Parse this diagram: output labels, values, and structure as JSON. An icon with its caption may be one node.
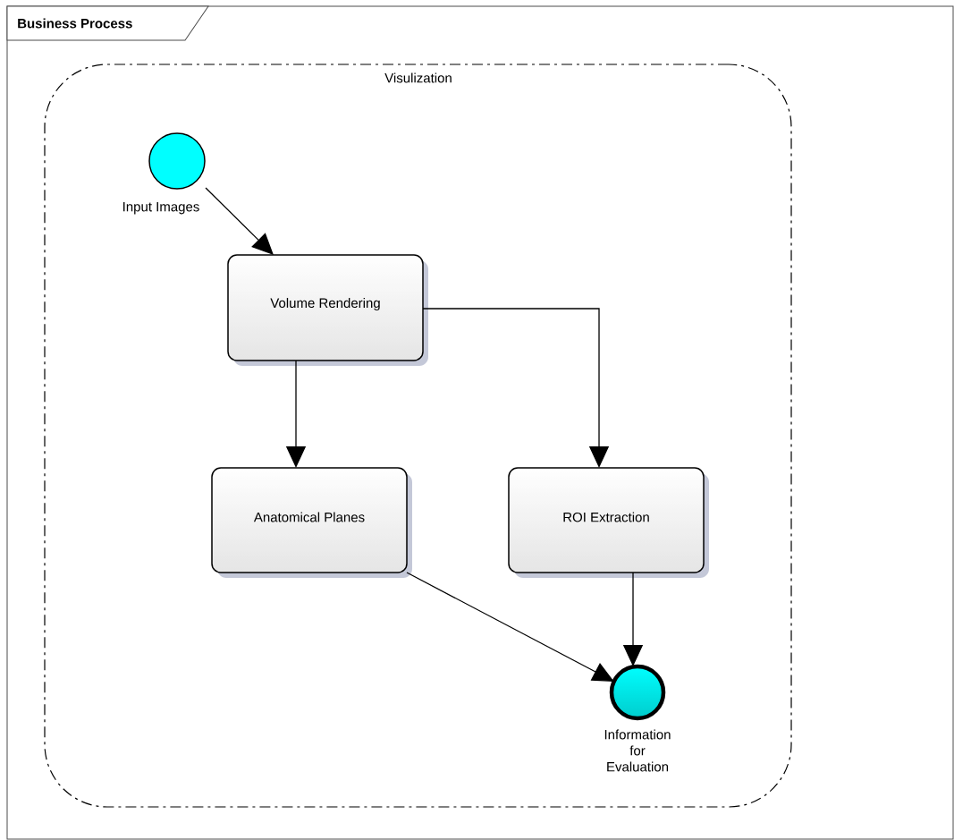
{
  "diagram": {
    "nodes": [
      {
        "text": [
          "Business Process"
        ]
      },
      {
        "text": [
          "Visulization"
        ],
        "in": 0
      },
      {
        "text": [
          "Input Images"
        ],
        "in": 1
      },
      {
        "text": [
          "Volume Rendering"
        ],
        "in": 1
      },
      {
        "text": [
          "Anatomical Planes"
        ],
        "in": 1
      },
      {
        "text": [
          "ROI Extraction"
        ],
        "in": 1
      },
      {
        "text": [
          "Information for Evaluation"
        ],
        "in": 1
      }
    ],
    "edges": [
      {
        "from": 2,
        "to": 3,
        "arrow": "to"
      },
      {
        "from": 3,
        "to": 4,
        "arrow": "to"
      },
      {
        "from": 3,
        "to": 5,
        "arrow": "to"
      },
      {
        "from": 4,
        "to": 6,
        "arrow": "to"
      },
      {
        "from": 5,
        "to": 6,
        "arrow": "to"
      }
    ]
  }
}
